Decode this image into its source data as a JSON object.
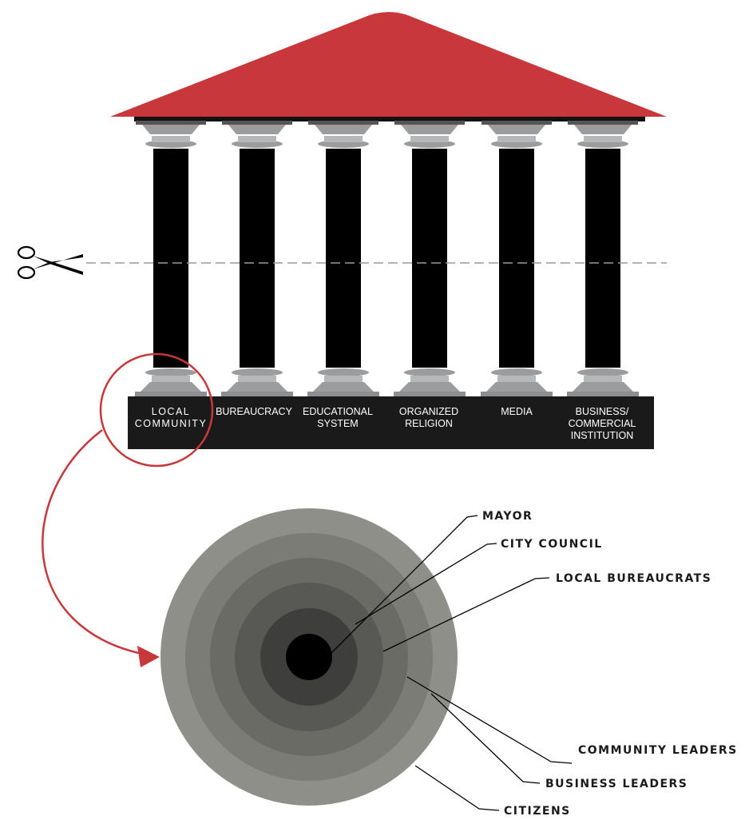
{
  "colors": {
    "roof": "#c8383a",
    "column": "#000000",
    "capital": "#9a9c9d",
    "base": "#1a1a1a",
    "accent": "#c8383a",
    "cut_line": "#999999"
  },
  "icons": {
    "cut": "scissors-icon"
  },
  "pillars": [
    {
      "lines": [
        "LOCAL",
        "COMMUNITY"
      ]
    },
    {
      "lines": [
        "BUREAUCRACY"
      ]
    },
    {
      "lines": [
        "EDUCATIONAL",
        "SYSTEM"
      ]
    },
    {
      "lines": [
        "ORGANIZED",
        "RELIGION"
      ]
    },
    {
      "lines": [
        "MEDIA"
      ]
    },
    {
      "lines": [
        "BUSINESS/",
        "COMMERCIAL",
        "INSTITUTION"
      ]
    }
  ],
  "rings": [
    {
      "label": "CITIZENS",
      "color": "#8f8f89"
    },
    {
      "label": "BUSINESS LEADERS",
      "color": "#7c7c76"
    },
    {
      "label": "COMMUNITY LEADERS",
      "color": "#6b6b66"
    },
    {
      "label": "LOCAL BUREAUCRATS",
      "color": "#585855"
    },
    {
      "label": "CITY COUNCIL",
      "color": "#3e3e3c"
    },
    {
      "label": "MAYOR",
      "color": "#000000"
    }
  ]
}
